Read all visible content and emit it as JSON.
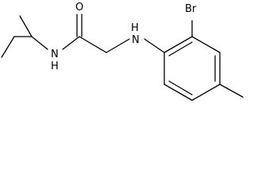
{
  "molecule": {
    "atoms": {
      "oxygen": "O",
      "amide_nitrogen": "N",
      "amide_hydrogen": "H",
      "amine_nitrogen": "N",
      "amine_hydrogen": "H",
      "bromine": "Br"
    },
    "colors": {
      "bond": "#000000",
      "label": "#000000",
      "background": "#ffffff"
    }
  }
}
